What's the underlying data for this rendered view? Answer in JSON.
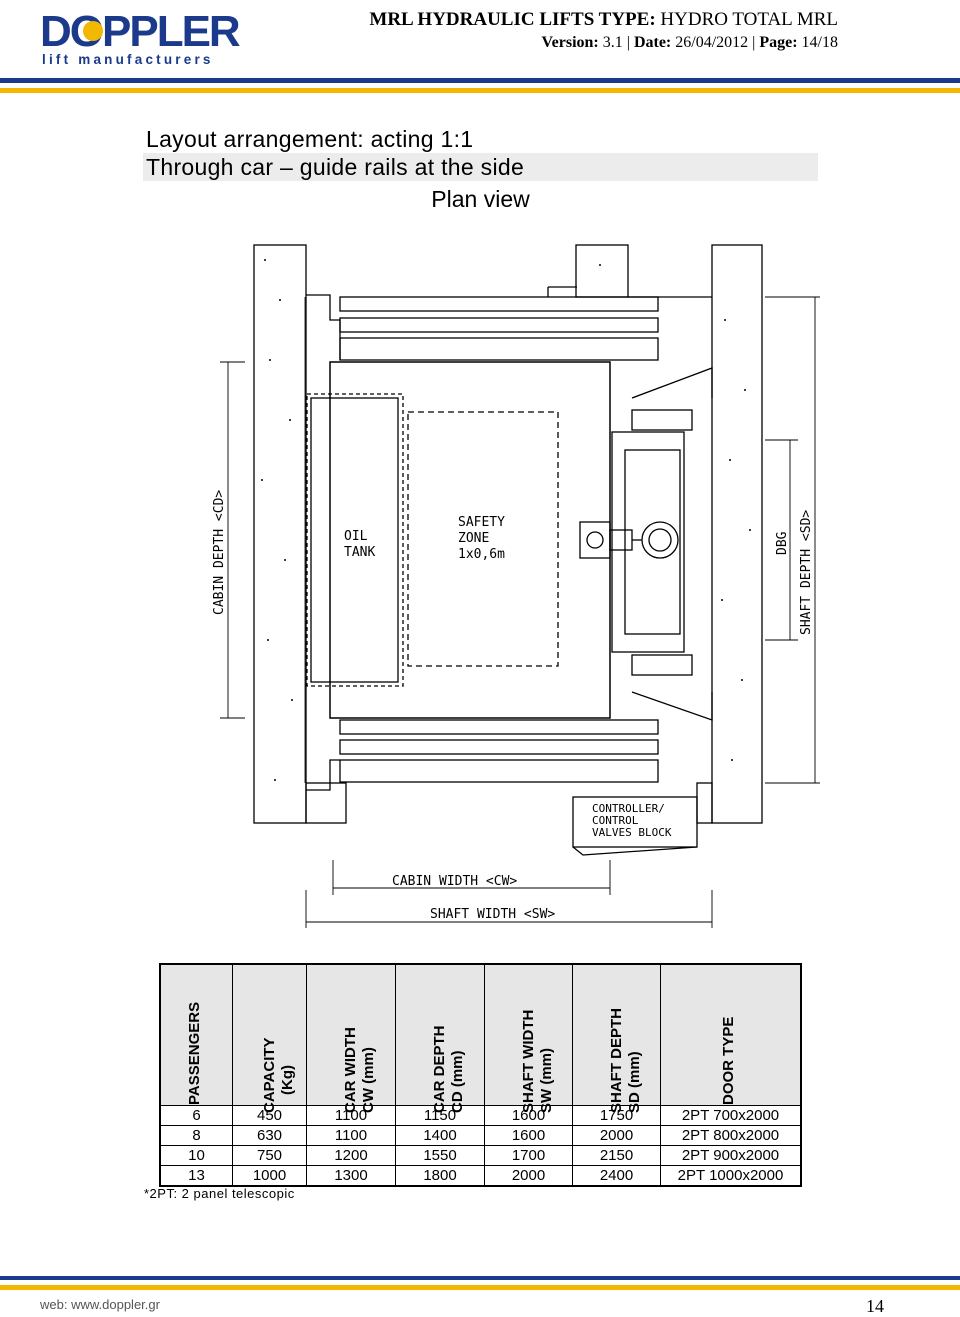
{
  "logo": {
    "brand": "DOPPLER",
    "tagline": "lift manufacturers"
  },
  "header": {
    "title_bold": "MRL HYDRAULIC LIFTS TYPE:",
    "title_rest": " HYDRO TOTAL MRL",
    "version_label": "Version:",
    "version_value": " 3.1 ",
    "date_label": "Date:",
    "date_value": " 26/04/2012 ",
    "page_label": "Page:",
    "page_value": " 14/18"
  },
  "titles": {
    "line1": "Layout arrangement: acting 1:1",
    "line2": "Through car – guide rails at the side",
    "line3": "Plan view"
  },
  "plan": {
    "oil_tank": [
      "OIL",
      "TANK"
    ],
    "safety_zone": [
      "SAFETY",
      "ZONE",
      "1x0,6m"
    ],
    "controller": [
      "CONTROLLER/",
      "CONTROL",
      "VALVES BLOCK"
    ],
    "cabin_width": "CABIN WIDTH <CW>",
    "shaft_width": "SHAFT WIDTH <SW>",
    "cabin_depth": "CABIN DEPTH <CD>",
    "shaft_depth": "SHAFT DEPTH <SD>",
    "dbg": "DBG"
  },
  "table": {
    "headers": [
      [
        "PASSENGERS"
      ],
      [
        "CAPACITY",
        "(Kg)"
      ],
      [
        "CAR WIDTH",
        "CW (mm)"
      ],
      [
        "CAR DEPTH",
        "CD (mm)"
      ],
      [
        "SHAFT WIDTH",
        "SW (mm)"
      ],
      [
        "SHAFT DEPTH",
        "SD (mm)"
      ],
      [
        "DOOR TYPE"
      ]
    ],
    "rows": [
      [
        "6",
        "450",
        "1100",
        "1150",
        "1600",
        "1750",
        "2PT 700x2000"
      ],
      [
        "8",
        "630",
        "1100",
        "1400",
        "1600",
        "2000",
        "2PT 800x2000"
      ],
      [
        "10",
        "750",
        "1200",
        "1550",
        "1700",
        "2150",
        "2PT 900x2000"
      ],
      [
        "13",
        "1000",
        "1300",
        "1800",
        "2000",
        "2400",
        "2PT 1000x2000"
      ]
    ]
  },
  "note": "*2PT: 2 panel telescopic",
  "footer": {
    "web": "web: www.doppler.gr",
    "page_number": "14"
  },
  "colors": {
    "brand_blue": "#1b3a8c",
    "brand_yellow": "#f2b800"
  }
}
